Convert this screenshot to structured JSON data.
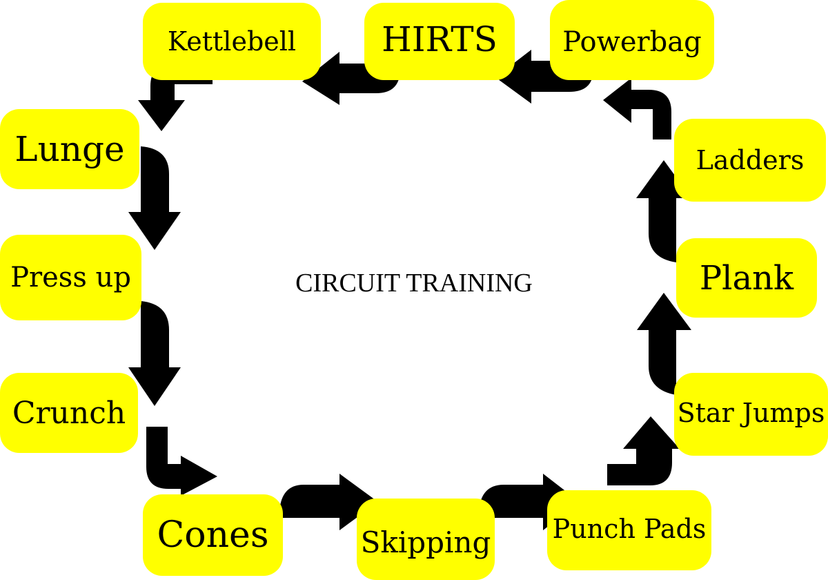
{
  "title": "CIRCUIT TRAINING",
  "colors": {
    "node_fill": "#ffff00",
    "arrow": "#000000",
    "background": "#ffffff",
    "text": "#000000"
  },
  "nodes": [
    {
      "id": "kettlebell",
      "label": "Kettlebell"
    },
    {
      "id": "hirts",
      "label": "HIRTS"
    },
    {
      "id": "powerbag",
      "label": "Powerbag"
    },
    {
      "id": "ladders",
      "label": "Ladders"
    },
    {
      "id": "plank",
      "label": "Plank"
    },
    {
      "id": "star-jumps",
      "label": "Star Jumps"
    },
    {
      "id": "punch-pads",
      "label": "Punch Pads"
    },
    {
      "id": "skipping",
      "label": "Skipping"
    },
    {
      "id": "cones",
      "label": "Cones"
    },
    {
      "id": "crunch",
      "label": "Crunch"
    },
    {
      "id": "press-up",
      "label": "Press up"
    },
    {
      "id": "lunge",
      "label": "Lunge"
    }
  ],
  "flow_order": [
    "Kettlebell",
    "Lunge",
    "Press up",
    "Crunch",
    "Cones",
    "Skipping",
    "Punch Pads",
    "Star Jumps",
    "Plank",
    "Ladders",
    "Powerbag",
    "HIRTS",
    "Kettlebell"
  ]
}
